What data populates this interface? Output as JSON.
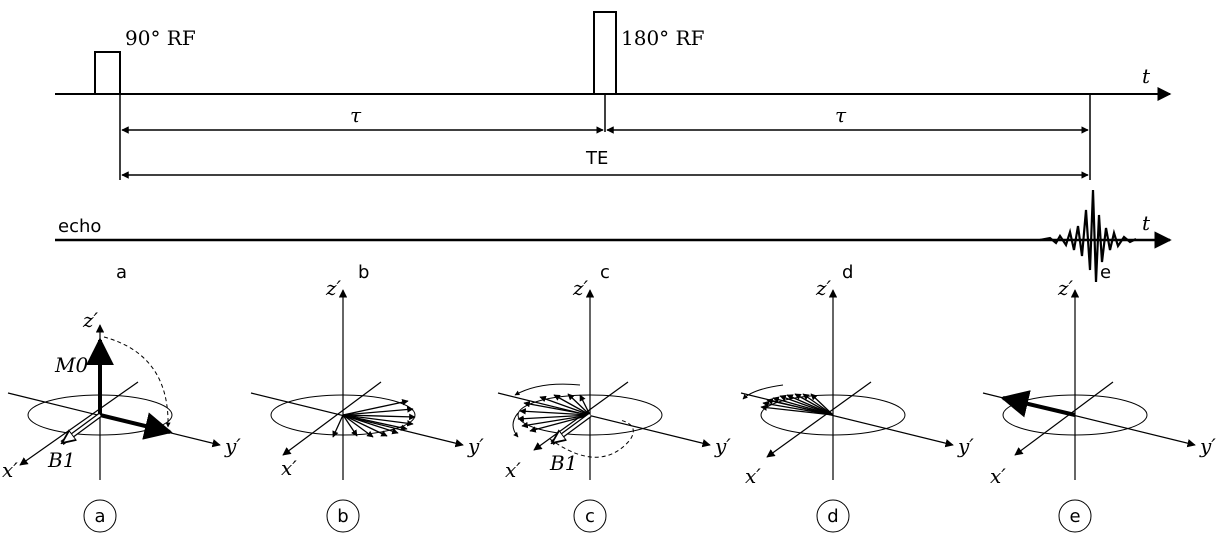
{
  "timeline": {
    "rf90_label": "90° RF",
    "rf180_label": "180° RF",
    "t_label": "t",
    "tau_label": "τ",
    "te_label": "TE",
    "echo_label": "echo"
  },
  "stages": [
    {
      "top": "a",
      "circle": "a",
      "x_axis": "x′",
      "y_axis": "y′",
      "z_axis": "z′",
      "m0": "M0",
      "b1": "B1"
    },
    {
      "top": "b",
      "circle": "b",
      "x_axis": "x′",
      "y_axis": "y′",
      "z_axis": "z′"
    },
    {
      "top": "c",
      "circle": "c",
      "x_axis": "x′",
      "y_axis": "y′",
      "z_axis": "z′",
      "b1": "B1"
    },
    {
      "top": "d",
      "circle": "d",
      "x_axis": "x′",
      "y_axis": "y′",
      "z_axis": "z′"
    },
    {
      "top": "e",
      "circle": "e",
      "x_axis": "x′",
      "y_axis": "y′",
      "z_axis": "z′"
    }
  ]
}
